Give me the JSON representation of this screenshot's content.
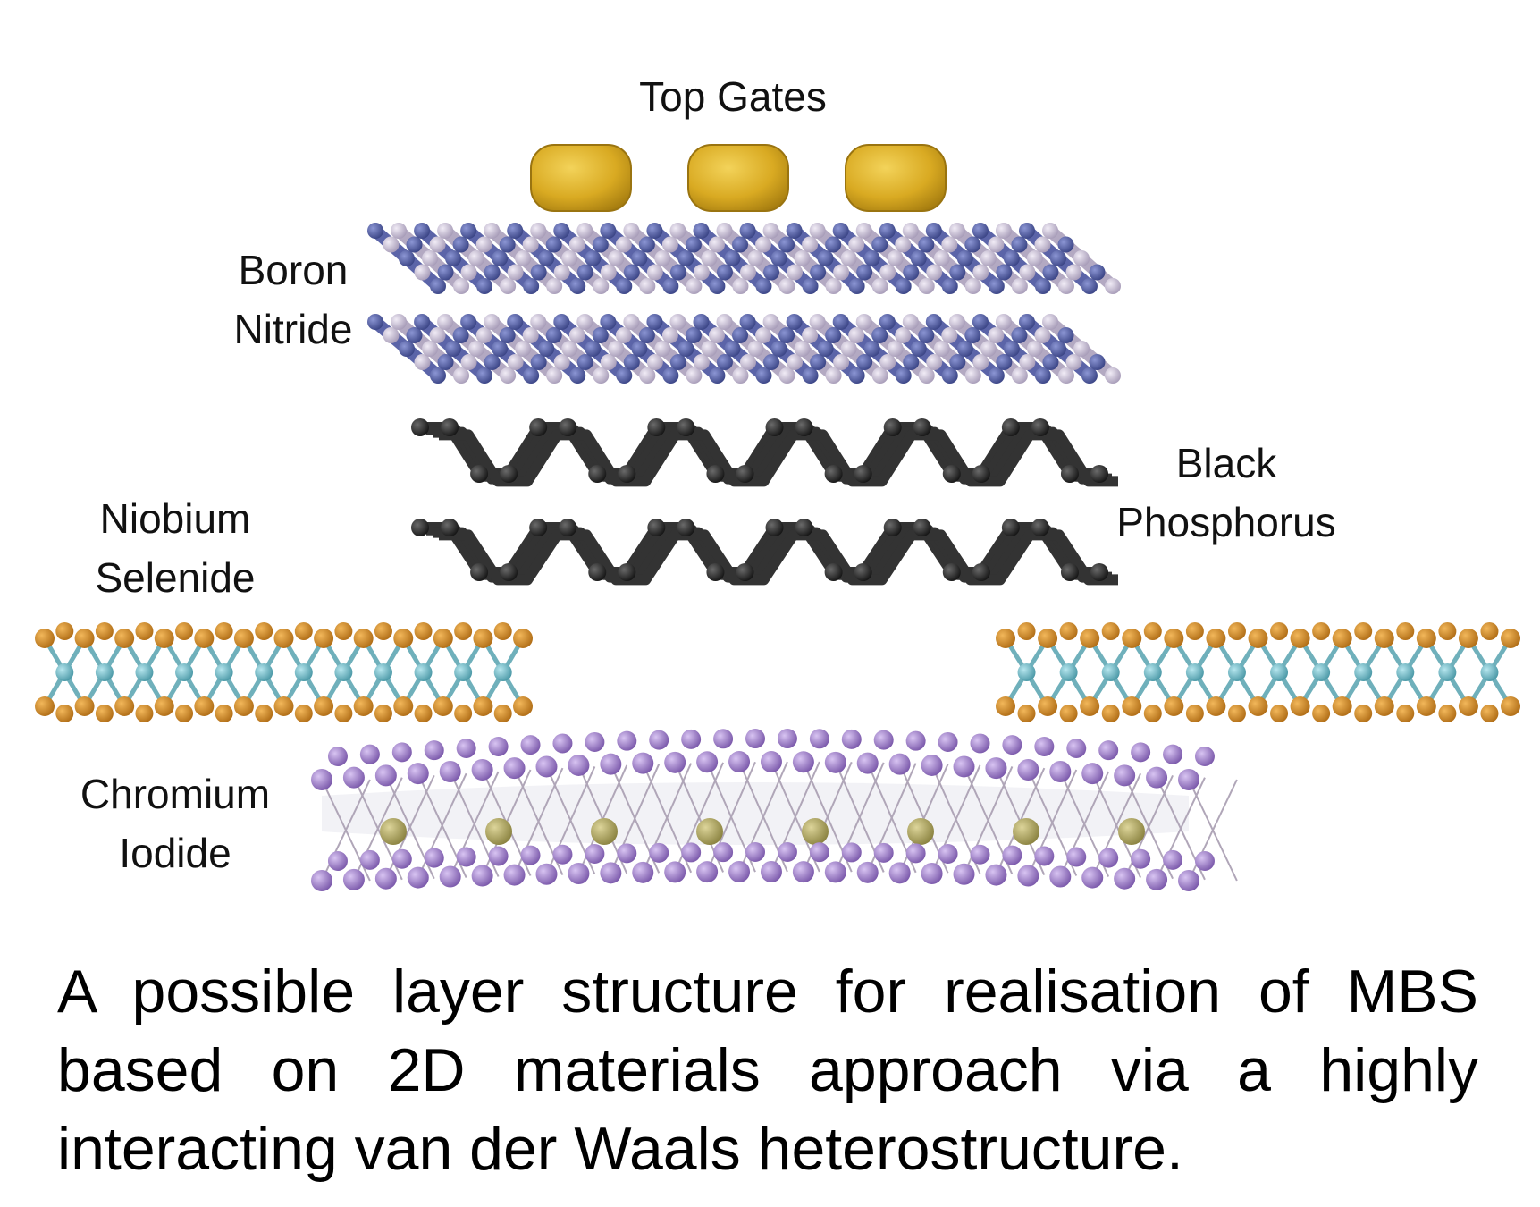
{
  "labels": {
    "top_gates": "Top Gates",
    "boron_line1": "Boron",
    "boron_line2": "Nitride",
    "black_line1": "Black",
    "black_line2": "Phosphorus",
    "niobium_line1": "Niobium",
    "niobium_line2": "Selenide",
    "chromium_line1": "Chromium",
    "chromium_line2": "Iodide"
  },
  "caption": "A possible layer structure for realisation of MBS based on 2D materials approach via a highly interacting van der Waals heterostructure.",
  "colors": {
    "gate": "#d9aa22",
    "boron_dark": "#4f5aa0",
    "boron_light": "#c8bfd3",
    "phosphorus": "#2b2b2b",
    "selenium": "#d08a2c",
    "niobium": "#6fb8c4",
    "iodine": "#9a78c8",
    "chromium": "#a8a060"
  }
}
